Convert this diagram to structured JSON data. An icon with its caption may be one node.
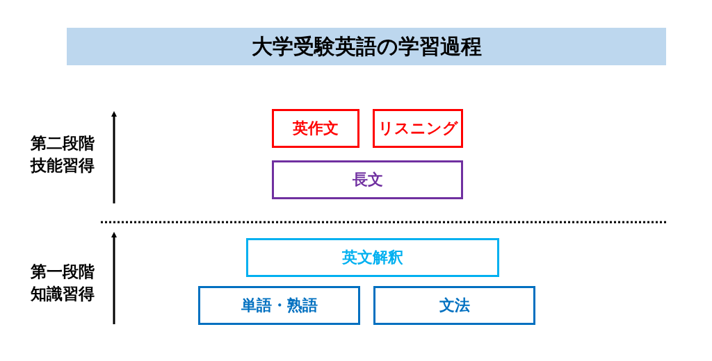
{
  "diagram": {
    "title": "大学受験英語の学習過程",
    "nodes": [
      {
        "text": [
          "英作文"
        ]
      },
      {
        "text": [
          "リスニング"
        ]
      },
      {
        "text": [
          "長文"
        ]
      },
      {
        "text": [
          "英文解釈"
        ]
      },
      {
        "text": [
          "単語・熟語"
        ]
      },
      {
        "text": [
          "文法"
        ]
      }
    ],
    "labels": [
      "第二段階技能習得",
      "第一段階知識習得"
    ]
  }
}
